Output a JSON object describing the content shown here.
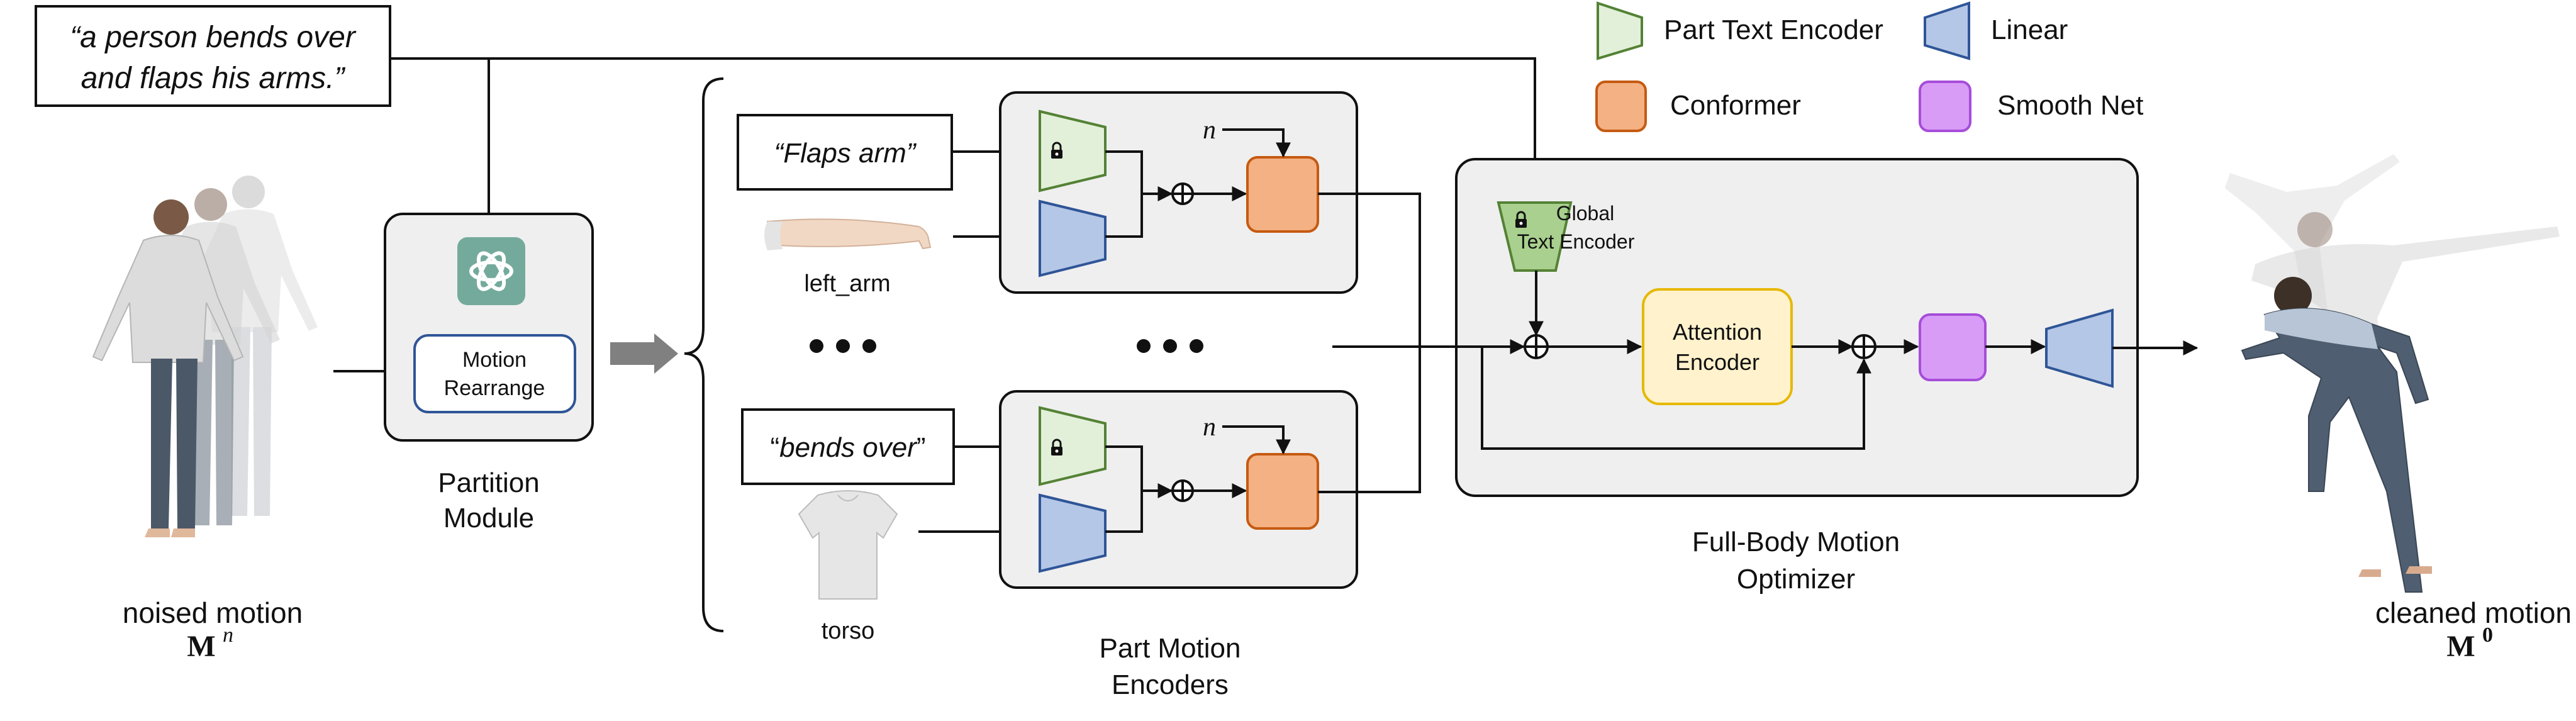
{
  "prompt_text": {
    "line1": "“a person bends over",
    "line2": "and flaps his arms.”"
  },
  "legend": {
    "part_text_encoder": "Part Text Encoder",
    "linear": "Linear",
    "conformer": "Conformer",
    "smooth_net": "Smooth Net"
  },
  "input": {
    "label": "noised motion",
    "symbol": "M",
    "superscript": "n"
  },
  "partition": {
    "inner_label_1": "Motion",
    "inner_label_2": "Rearrange",
    "caption_1": "Partition",
    "caption_2": "Module"
  },
  "part_top": {
    "text": "“Flaps arm”",
    "body_part": "left_arm",
    "noise_symbol": "n"
  },
  "part_bottom": {
    "text_quote_open": "“",
    "text_italic": "bends over",
    "text_quote_close": "”",
    "body_part": "torso",
    "noise_symbol": "n"
  },
  "part_encoders": {
    "caption_1": "Part Motion",
    "caption_2": "Encoders"
  },
  "optimizer": {
    "global_encoder_1": "Global",
    "global_encoder_2": "Text Encoder",
    "attention_1": "Attention",
    "attention_2": "Encoder",
    "caption_1": "Full-Body Motion",
    "caption_2": "Optimizer"
  },
  "output": {
    "label": "cleaned motion",
    "symbol": "M",
    "superscript": "0"
  },
  "colors": {
    "green_fill": "#a9d08e",
    "green_stroke": "#548235",
    "green_light": "#e2f0d9",
    "blue_fill": "#b4c7e7",
    "blue_stroke": "#2f5597",
    "orange_fill": "#f4b183",
    "orange_stroke": "#c55a11",
    "purple_fill": "#d89cf6",
    "purple_stroke": "#a64dd9",
    "yellow_fill": "#fff2cc",
    "yellow_stroke": "#e6b800",
    "panel_fill": "#efefef",
    "openai_teal": "#74aa9c"
  }
}
